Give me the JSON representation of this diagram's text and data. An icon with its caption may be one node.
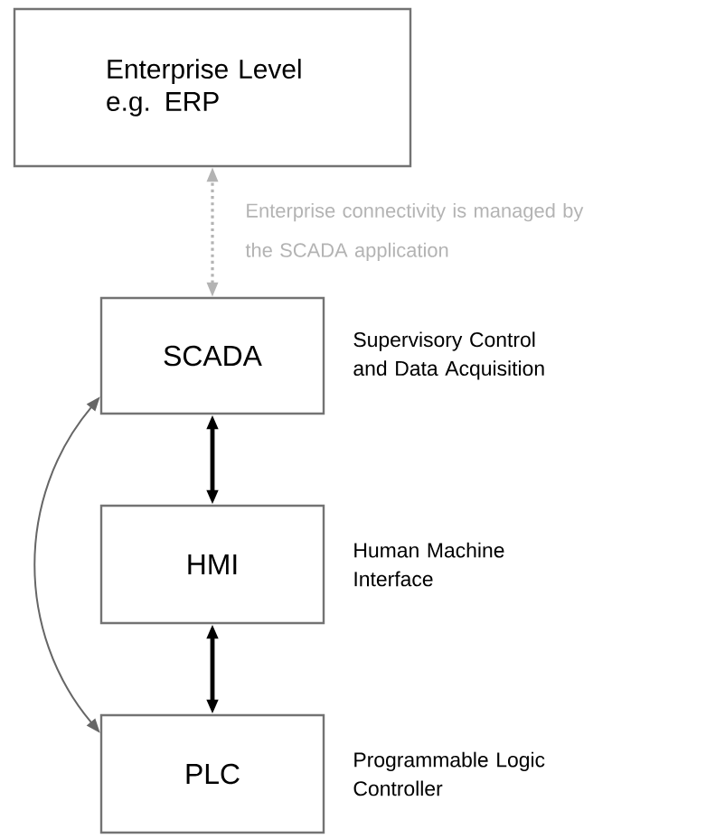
{
  "diagram": {
    "nodes": [
      {
        "text": [
          "Enterprise Level e.g. ERP"
        ]
      },
      {
        "text": [
          "SCADA"
        ],
        "beside": [
          "Supervisory Control and Data Acquisition"
        ]
      },
      {
        "text": [
          "HMI"
        ],
        "beside": [
          "Human Machine Interface"
        ]
      },
      {
        "text": [
          "PLC"
        ],
        "beside": [
          "Programmable Logic Controller"
        ]
      }
    ],
    "edges": [
      {
        "from": 1,
        "to": 0,
        "arrow": "both",
        "style": "dashed",
        "color": "#b3b3b3",
        "label": "Enterprise connectivity is managed by the SCADA application"
      },
      {
        "from": 1,
        "to": 2,
        "arrow": "both"
      },
      {
        "from": 2,
        "to": 3,
        "arrow": "both"
      },
      {
        "from": 1,
        "to": 3,
        "arrow": "both",
        "color": "#666666"
      }
    ]
  }
}
